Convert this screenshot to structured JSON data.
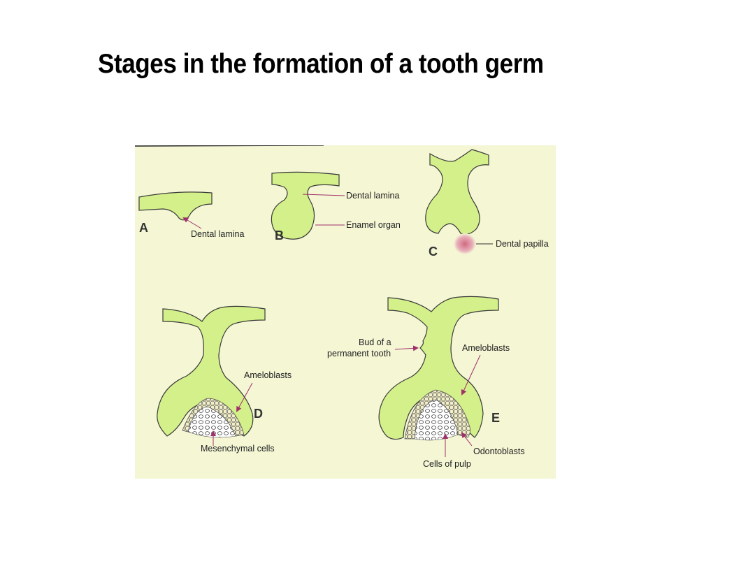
{
  "slide": {
    "title": "Stages in the formation of a tooth germ"
  },
  "colors": {
    "background_panel": "#f4f6d4",
    "tissue_fill": "#d4f08a",
    "tissue_stroke": "#3a3a3a",
    "arrow": "#a0306a",
    "papilla": "#d98a9a"
  },
  "diagram": {
    "stages": {
      "A": "A",
      "B": "B",
      "C": "C",
      "D": "D",
      "E": "E"
    },
    "labels": {
      "a_dental_lamina": "Dental lamina",
      "b_dental_lamina": "Dental lamina",
      "b_enamel_organ": "Enamel organ",
      "c_dental_papilla": "Dental papilla",
      "d_ameloblasts": "Ameloblasts",
      "d_mesenchymal_cells": "Mesenchymal cells",
      "e_bud_line1": "Bud of a",
      "e_bud_line2": "permanent tooth",
      "e_ameloblasts": "Ameloblasts",
      "e_odontoblasts": "Odontoblasts",
      "e_cells_of_pulp": "Cells of pulp"
    }
  }
}
